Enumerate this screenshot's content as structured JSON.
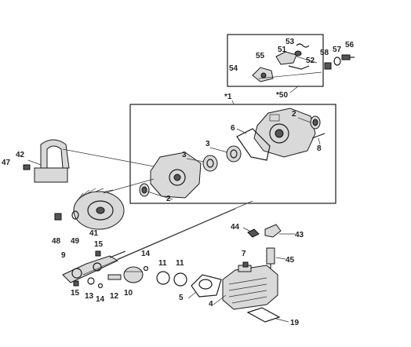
{
  "labels": {
    "l1": "*1",
    "l2a": "2",
    "l2b": "2",
    "l3a": "3",
    "l3b": "3",
    "l4": "4",
    "l5": "5",
    "l6": "6",
    "l7": "7",
    "l8": "8",
    "l9": "9",
    "l10": "10",
    "l11a": "11",
    "l11b": "11",
    "l12": "12",
    "l13": "13",
    "l14a": "14",
    "l14b": "14",
    "l15a": "15",
    "l15b": "15",
    "l19": "19",
    "l41": "41",
    "l42": "42",
    "l43": "43",
    "l44": "44",
    "l45": "45",
    "l47": "47",
    "l48": "48",
    "l49": "49",
    "l50": "*50",
    "l51": "51",
    "l52": "52",
    "l53": "53",
    "l54": "54",
    "l55": "55",
    "l56": "56",
    "l57": "57",
    "l58": "58"
  }
}
